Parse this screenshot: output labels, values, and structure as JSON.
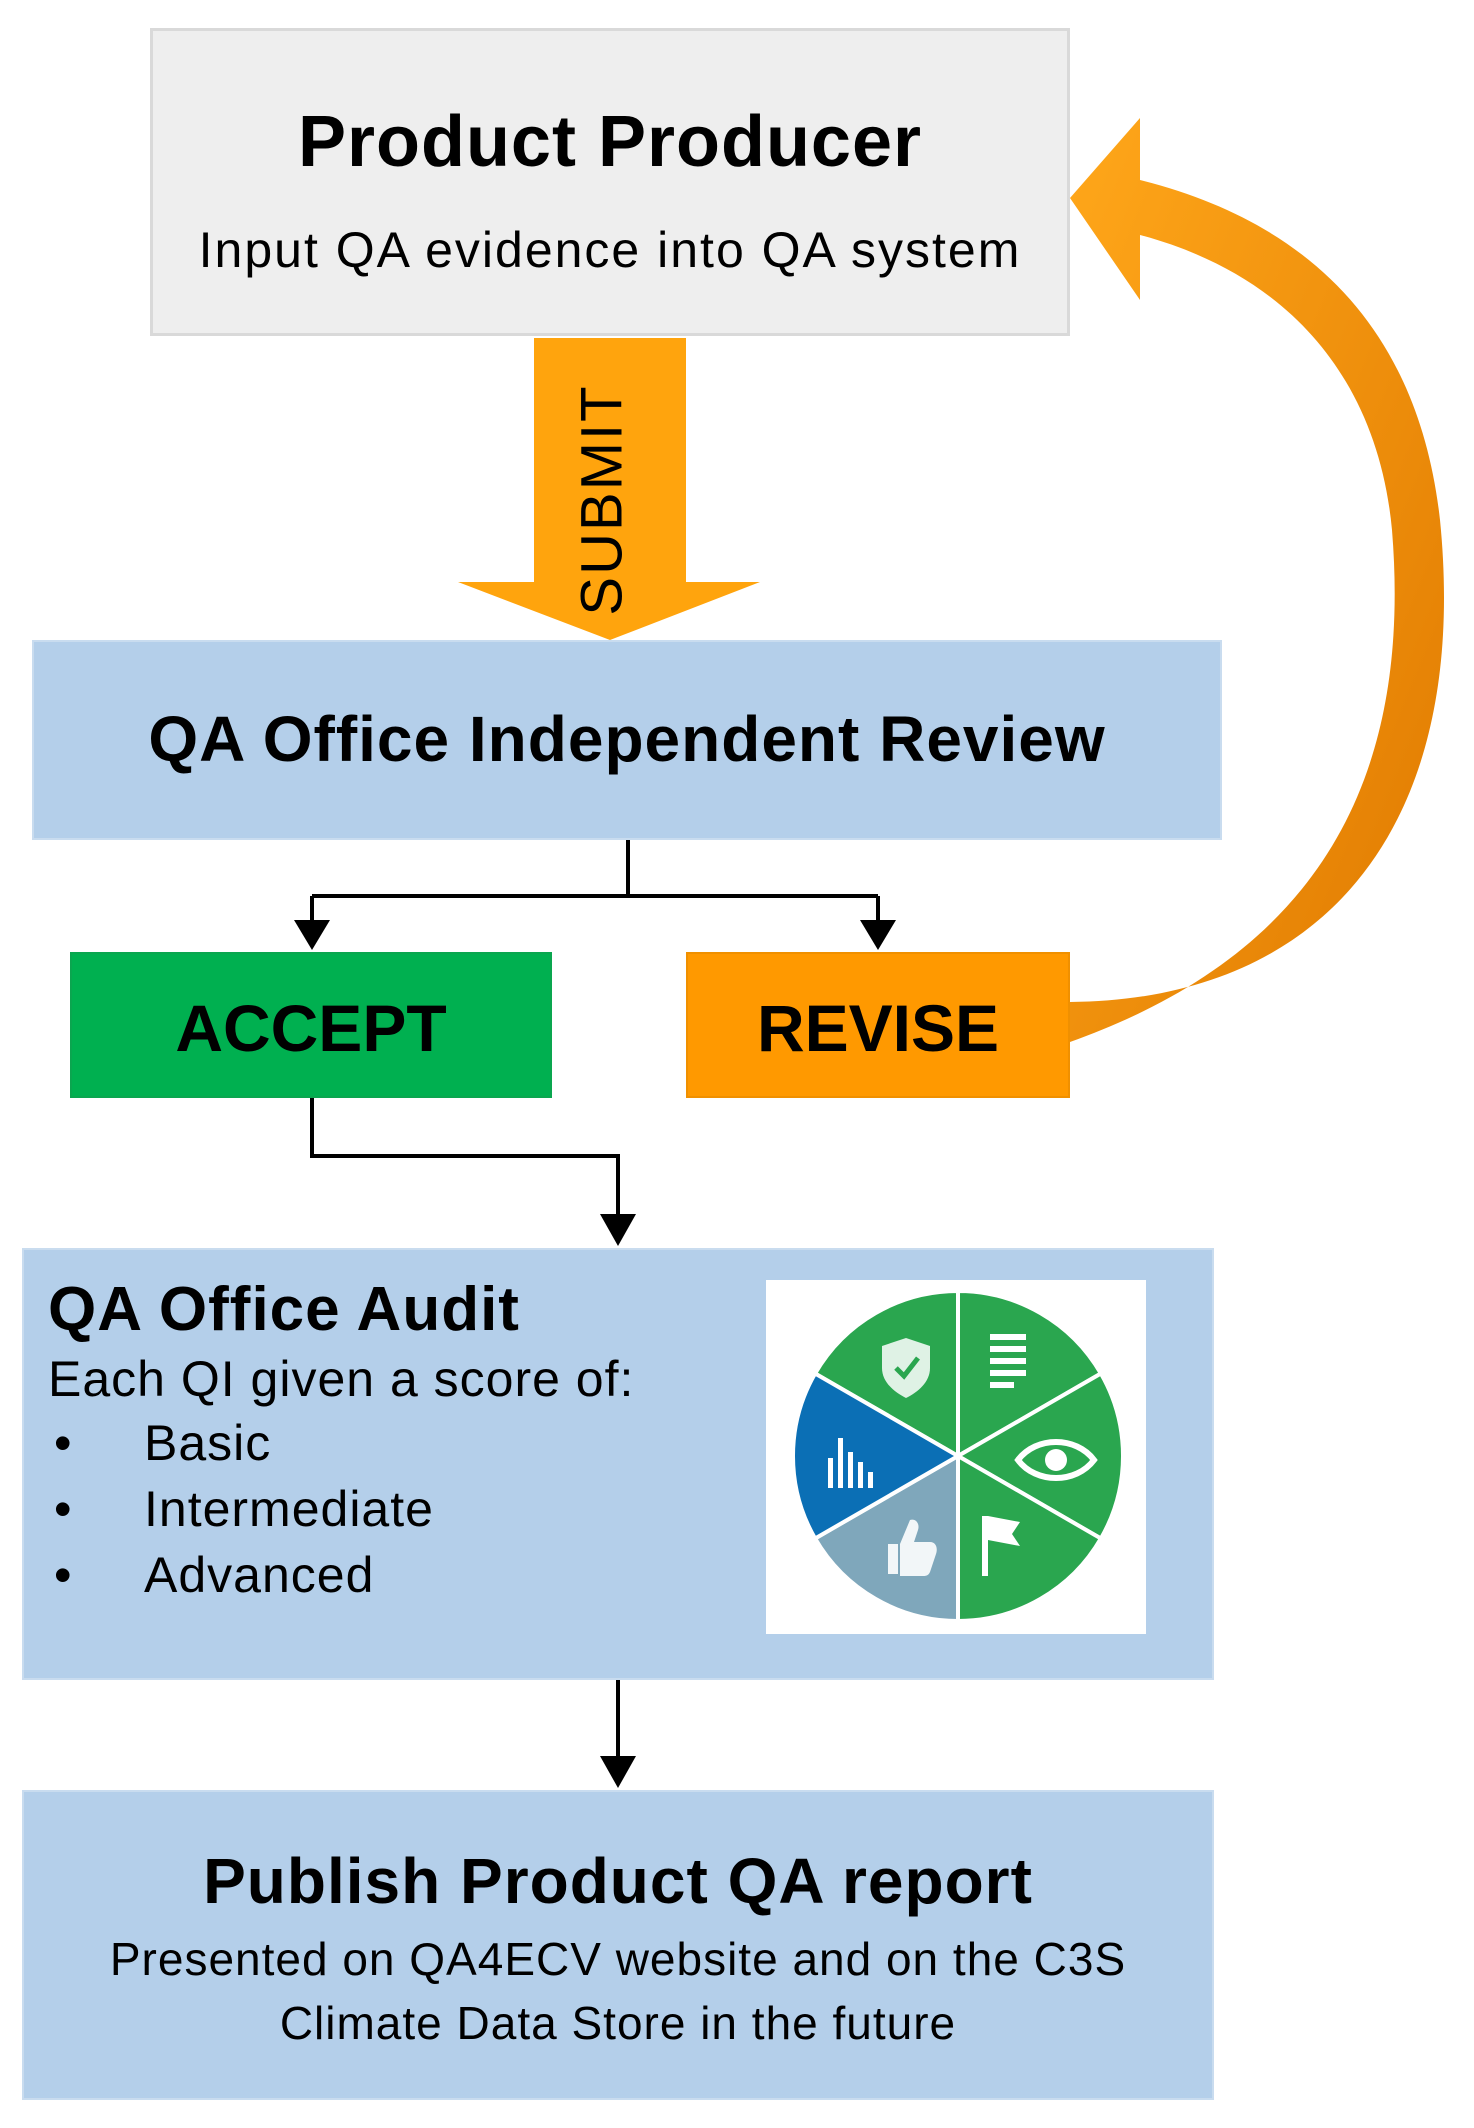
{
  "producer": {
    "title": "Product Producer",
    "subtitle": "Input QA evidence into QA system"
  },
  "submit_arrow": {
    "label": "SUBMIT"
  },
  "review": {
    "title": "QA Office Independent Review"
  },
  "accept": {
    "label": "ACCEPT"
  },
  "revise": {
    "label": "REVISE"
  },
  "audit": {
    "title": "QA Office Audit",
    "subtitle": "Each QI given a score of:",
    "bullet": "•",
    "levels": [
      "Basic",
      "Intermediate",
      "Advanced"
    ]
  },
  "publish": {
    "title": "Publish Product QA report",
    "line1": "Presented on QA4ECV website and on the C3S",
    "line2": "Climate Data Store in the future"
  },
  "colors": {
    "producer_bg": "#eeeeee",
    "blue_box": "#b4cfea",
    "accept_green": "#00b050",
    "revise_orange": "#ff9900",
    "arrow_orange": "#ff9c00",
    "wheel_green": "#2aa64f",
    "wheel_blue": "#0b6fb5",
    "wheel_grey": "#7fa7bb"
  },
  "wheel_icons": [
    "shield-check-icon",
    "document-icon",
    "eye-icon",
    "flag-icon",
    "thumbs-up-icon",
    "bar-chart-icon"
  ]
}
